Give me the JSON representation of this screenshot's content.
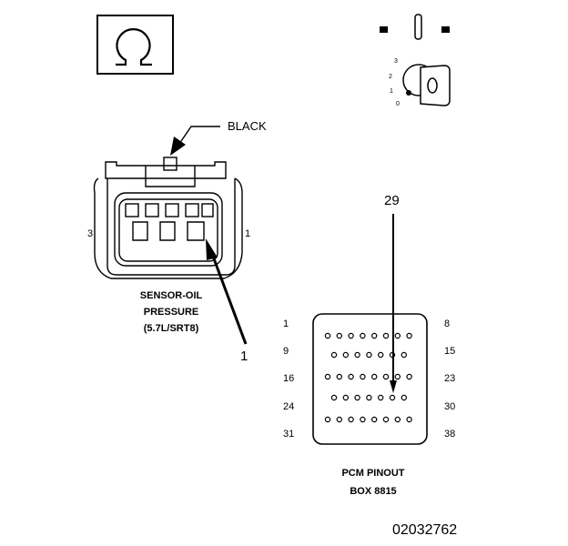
{
  "connector": {
    "marker_label": "BLACK",
    "left_pin": "3",
    "right_pin": "1",
    "arrow_pin": "1",
    "caption": [
      "SENSOR-OIL",
      "PRESSURE",
      "(5.7L/SRT8)"
    ]
  },
  "pcm": {
    "arrow_pin": "29",
    "rows": [
      {
        "left": "1",
        "right": "8",
        "pins": 8
      },
      {
        "left": "9",
        "right": "15",
        "pins": 7
      },
      {
        "left": "16",
        "right": "23",
        "pins": 8
      },
      {
        "left": "24",
        "right": "30",
        "pins": 7
      },
      {
        "left": "31",
        "right": "38",
        "pins": 8
      }
    ],
    "caption": [
      "PCM PINOUT",
      "BOX 8815"
    ]
  },
  "figure_id": "02032762"
}
